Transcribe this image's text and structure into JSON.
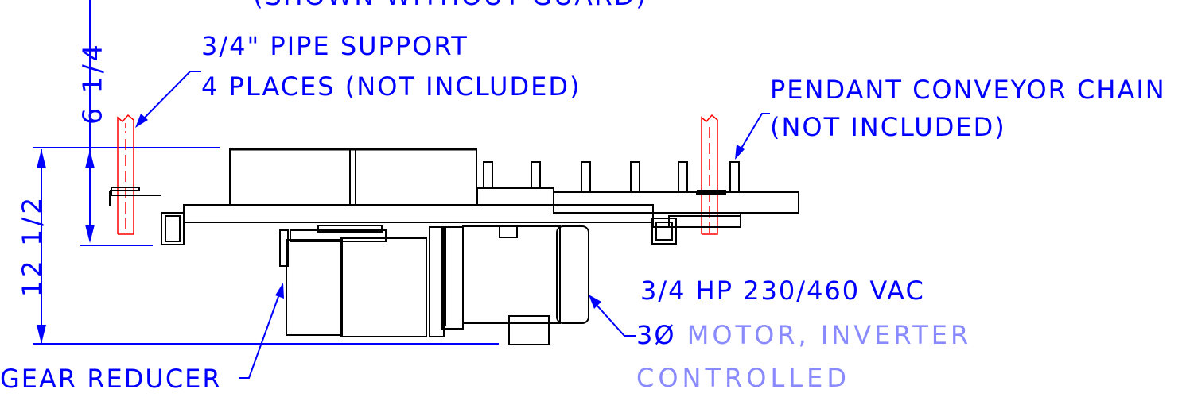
{
  "colors": {
    "dimension": "#0000ff",
    "outline": "#000000",
    "hidden_part": "#ff0000",
    "faded_note": "#8a8aff"
  },
  "dimensions": {
    "upper": "6 1/4",
    "lower": "12 1/2"
  },
  "labels": {
    "top_note": "(SHOWN WITHOUT GUARD)",
    "pipe_support_line1": "3/4\" PIPE SUPPORT",
    "pipe_support_line2": "4 PLACES (NOT INCLUDED)",
    "chain_line1": "PENDANT CONVEYOR CHAIN",
    "chain_line2": "(NOT INCLUDED)",
    "motor_line1": "3/4 HP 230/460 VAC",
    "motor_line2_prefix": "3Ø",
    "motor_line2_rest": " MOTOR, INVERTER",
    "motor_line3": "CONTROLLED",
    "gear_reducer": "GEAR REDUCER"
  }
}
